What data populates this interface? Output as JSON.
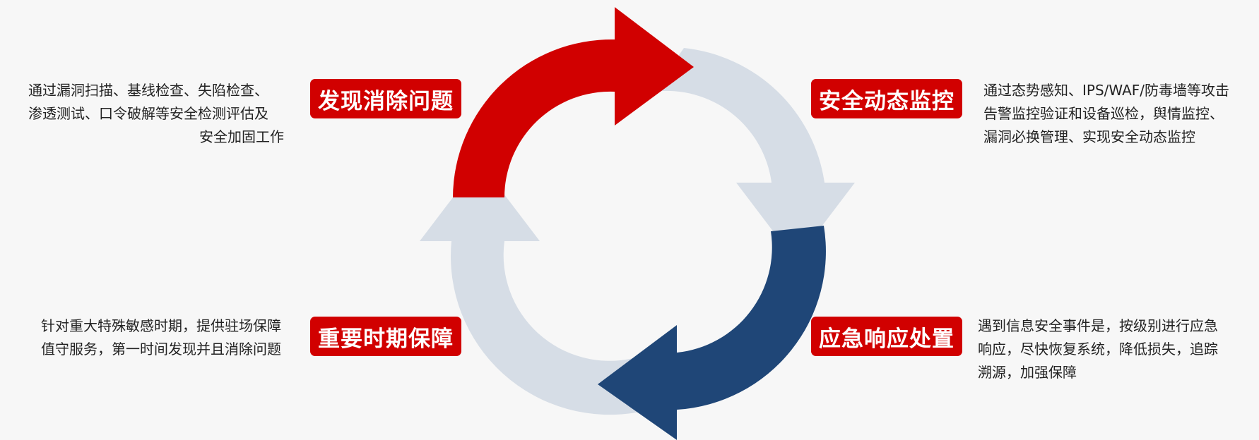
{
  "colors": {
    "background": "#f7f7f7",
    "accent_red": "#d10000",
    "accent_blue": "#1f4677",
    "ring_grey": "#d6dde6",
    "text": "#222222"
  },
  "cycle": {
    "arrows": [
      {
        "id": "discover",
        "color": "#d10000"
      },
      {
        "id": "monitor",
        "color": "#d6dde6"
      },
      {
        "id": "respond",
        "color": "#1f4677"
      },
      {
        "id": "protect",
        "color": "#d6dde6"
      }
    ]
  },
  "stages": {
    "discover": {
      "title": "发现消除问题",
      "lines": [
        "通过漏洞扫描、基线检查、失陷检查、",
        "渗透测试、口令破解等安全检测评估及",
        "安全加固工作"
      ]
    },
    "monitor": {
      "title": "安全动态监控",
      "lines": [
        "通过态势感知、IPS/WAF/防毒墙等攻击",
        "告警监控验证和设备巡检，舆情监控、",
        "漏洞必换管理、实现安全动态监控"
      ]
    },
    "protect": {
      "title": "重要时期保障",
      "lines": [
        "针对重大特殊敏感时期，提供驻场保障",
        "值守服务，第一时间发现并且消除问题"
      ]
    },
    "respond": {
      "title": "应急响应处置",
      "lines": [
        "遇到信息安全事件是，按级别进行应急",
        "响应，尽快恢复系统，降低损失，追踪",
        "溯源，加强保障"
      ]
    }
  }
}
